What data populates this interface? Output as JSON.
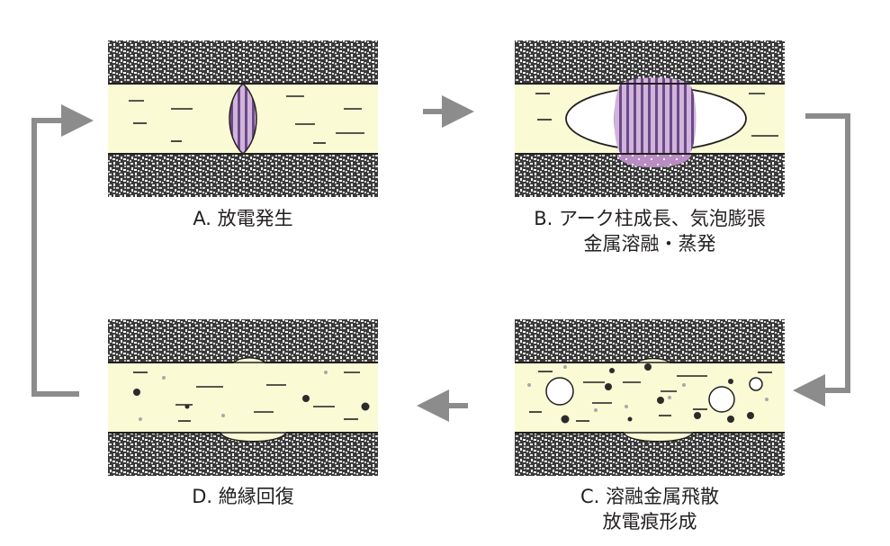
{
  "panels": [
    {
      "id": "a",
      "caption": [
        "A. 放電発生"
      ]
    },
    {
      "id": "b",
      "caption": [
        "B. アーク柱成長、気泡膨張",
        "金属溶融・蒸発"
      ]
    },
    {
      "id": "c",
      "caption": [
        "C. 溶融金属飛散",
        "放電痕形成"
      ]
    },
    {
      "id": "d",
      "caption": [
        "D. 絶縁回復"
      ]
    }
  ],
  "colors": {
    "electrode": "#3d3d3d",
    "dielectric": "#fafad5",
    "arc": "#b98cc4",
    "arc_stripe": "#6a4a86",
    "arrow": "#8c8c8c",
    "outline": "#231f20"
  }
}
